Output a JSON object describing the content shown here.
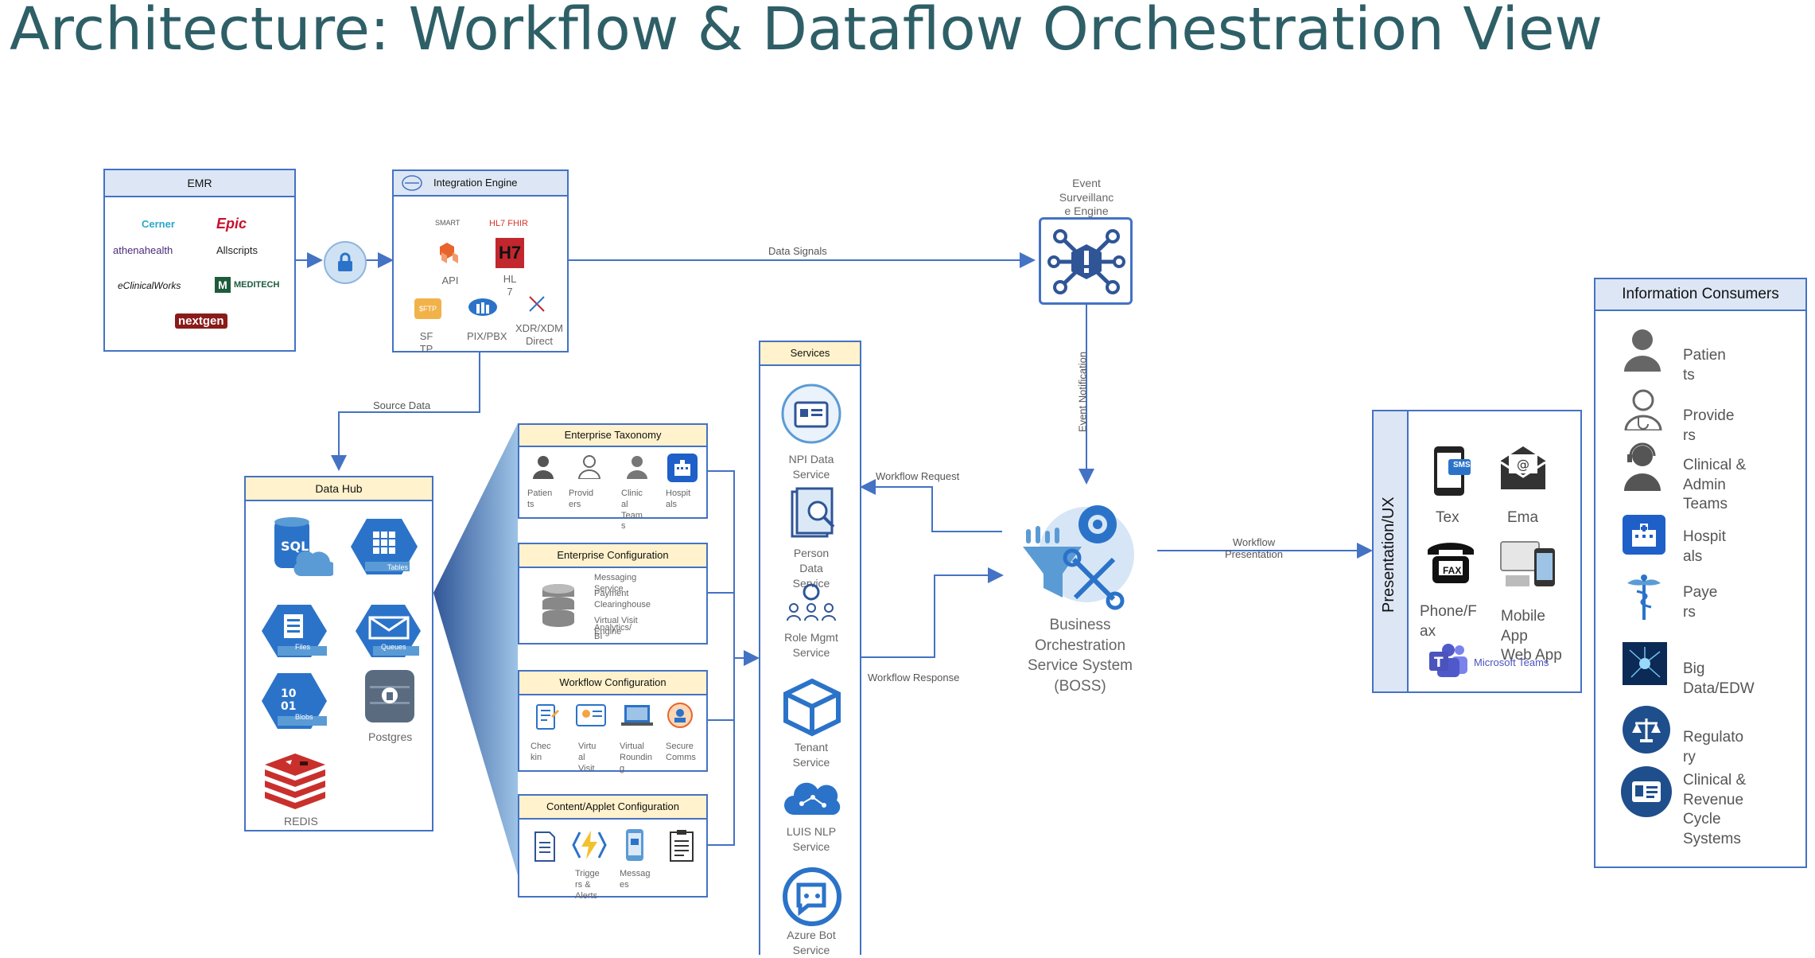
{
  "title": "Architecture: Workflow & Dataflow Orchestration View",
  "emr": {
    "header": "EMR",
    "vendors": [
      "Cerner",
      "Epic",
      "athenahealth",
      "Allscripts",
      "eClinicalWorks",
      "MEDITECH",
      "nextgen"
    ]
  },
  "integration": {
    "header": "Integration Engine",
    "items": [
      "SMART",
      "HL7 FHIR",
      "API",
      "HL7",
      "SFTP",
      "PIX/PBX",
      "XDR/XDM Direct"
    ],
    "item_labels": {
      "api": "API",
      "hl7": "HL\n7",
      "sftp": "SF\nTP",
      "pix": "PIX/PBX",
      "xdr": "XDR/XDM\nDirect"
    }
  },
  "event_engine": {
    "label": "Event\nSurveillanc\ne Engine"
  },
  "edges": {
    "data_signals": "Data Signals",
    "source_data": "Source Data",
    "event_notification": "Event Notification",
    "workflow_request": "Workflow Request",
    "workflow_response": "Workflow Response",
    "workflow_presentation": "Workflow\nPresentation"
  },
  "data_hub": {
    "header": "Data Hub",
    "items": {
      "sql": "SQL",
      "tables": "Tables",
      "files": "Files",
      "queues": "Queues",
      "blobs": "Blobs",
      "postgres": "Postgres",
      "redis": "REDIS"
    }
  },
  "taxonomy": {
    "header": "Enterprise Taxonomy",
    "items": [
      "Patien\nts",
      "Provid\ners",
      "Clinic\nal\nTeam\ns",
      "Hospit\nals"
    ]
  },
  "configuration": {
    "header": "Enterprise Configuration",
    "items": [
      "Messaging\nService",
      "Payment\nClearinghouse",
      "Virtual Visit\nEngine",
      "Analytics/\nBI"
    ]
  },
  "workflow_config": {
    "header": "Workflow Configuration",
    "items": [
      "Chec\nkin",
      "Virtu\nal\nVisit",
      "Virtual\nRoundin\ng",
      "Secure\nComms"
    ]
  },
  "content_config": {
    "header": "Content/Applet Configuration",
    "items": [
      "Trigge\nrs &\nAlerts",
      "Messag\nes"
    ]
  },
  "services": {
    "header": "Services",
    "items": [
      "NPI Data\nService",
      "Person\nData\nService",
      "Role Mgmt\nService",
      "Tenant\nService",
      "LUIS NLP\nService",
      "Azure Bot\nService"
    ]
  },
  "boss": {
    "lines": [
      "Business",
      "Orchestration",
      "Service System",
      "(BOSS)"
    ]
  },
  "presentation": {
    "side_label": "Presentation/UX",
    "items": {
      "text": "Tex\nt",
      "email": "Ema\nil",
      "fax": "Phone/F\nax",
      "mobile": "Mobile\nApp\nWeb App",
      "teams": "Microsoft Teams",
      "sms": "SMS",
      "fax_icon": "FAX"
    }
  },
  "consumers": {
    "header": "Information Consumers",
    "items": [
      "Patien\nts",
      "Provide\nrs",
      "Clinical &\nAdmin\nTeams",
      "Hospit\nals",
      "Paye\nrs",
      "Big\nData/EDW",
      "Regulato\nry",
      "Clinical &\nRevenue\nCycle\nSystems"
    ]
  },
  "colors": {
    "accent": "#4472c4",
    "title": "#2e5f67",
    "header_blue": "#dde6f4",
    "header_yellow": "#fff2cc",
    "icon_blue": "#2b73c9"
  }
}
